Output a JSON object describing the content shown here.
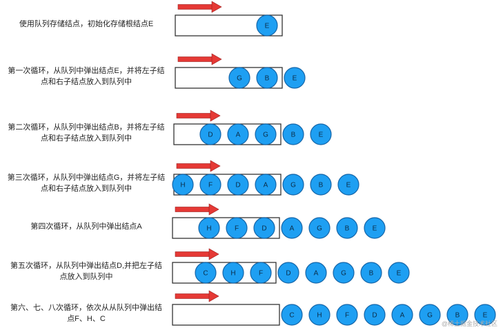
{
  "steps": [
    {
      "label": "使用队列存储结点，初始化存储根结点E",
      "queue": [
        "E"
      ],
      "popped": []
    },
    {
      "label": "第一次循环，从队列中弹出结点E，并将左子结点和右子结点放入到队列中",
      "queue": [
        "G",
        "B"
      ],
      "popped": [
        "E"
      ]
    },
    {
      "label": "第二次循环，从队列中弹出结点B，并将左子结点和右子结点放入到队列中",
      "queue": [
        "D",
        "A",
        "G"
      ],
      "popped": [
        "B",
        "E"
      ]
    },
    {
      "label": "第三次循环，从队列中弹出结点G，并将左子结点和右子结点放入到队列中",
      "queue": [
        "H",
        "F",
        "D",
        "A"
      ],
      "popped": [
        "G",
        "B",
        "E"
      ]
    },
    {
      "label": "第四次循环，从队列中弹出结点A",
      "queue": [
        "H",
        "F",
        "D"
      ],
      "popped": [
        "A",
        "G",
        "B",
        "E"
      ]
    },
    {
      "label": "第五次循环，从队列中弹出结点D,并把左子结点放入到队列中",
      "queue": [
        "C",
        "H",
        "F"
      ],
      "popped": [
        "D",
        "A",
        "G",
        "B",
        "E"
      ]
    },
    {
      "label": "第六、七、八次循环，依次从从队列中弹出结点F、H、C",
      "queue": [],
      "popped": [
        "C",
        "H",
        "F",
        "D",
        "A",
        "G",
        "B",
        "E"
      ]
    }
  ],
  "colors": {
    "node_fill": "#1e9ff2",
    "node_stroke": "#1565a8",
    "arrow": "#e53935",
    "box_stroke": "#333333"
  },
  "watermark": "@稀土掘金技术社区"
}
